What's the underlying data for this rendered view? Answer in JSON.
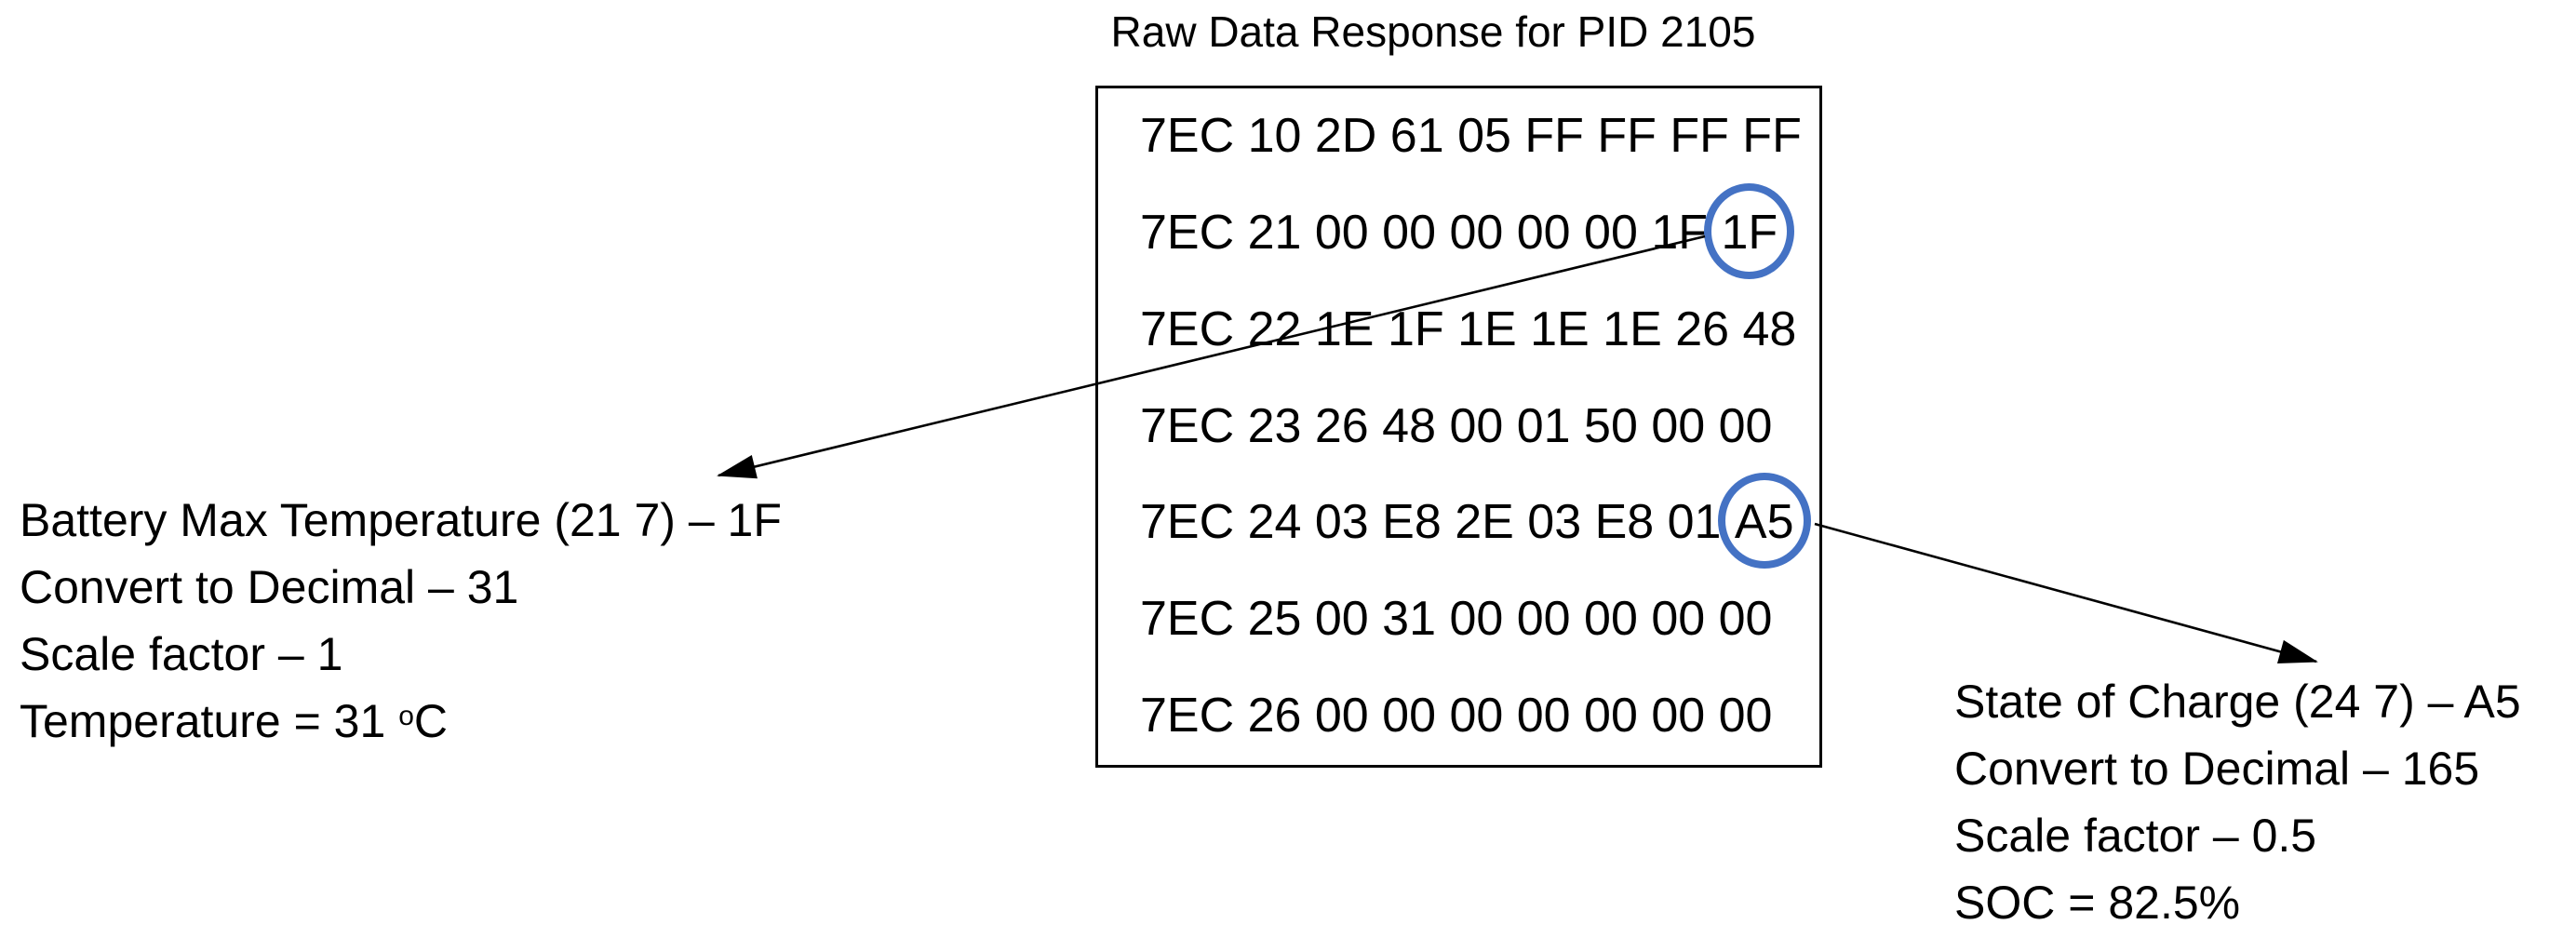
{
  "title": "Raw Data Response for PID 2105",
  "colors": {
    "circle": "#4472C4",
    "ink": "#000000"
  },
  "hex_box": {
    "rows": [
      {
        "text": "7EC 10 2D 61 05 FF FF FF FF"
      },
      {
        "pre": "7EC 21 00 00 00 00 00 1F ",
        "circled": "1F"
      },
      {
        "text": "7EC 22 1E 1F 1E 1E 1E 26 48"
      },
      {
        "text": "7EC 23 26 48 00 01 50 00 00"
      },
      {
        "pre": "7EC 24 03 E8 2E 03 E8 01 ",
        "circled": "A5"
      },
      {
        "text": "7EC 25 00 31 00 00 00 00 00"
      },
      {
        "text": "7EC 26 00 00 00 00 00 00 00"
      }
    ]
  },
  "left_note": {
    "line1": "Battery Max Temperature (21 7) – 1F",
    "line2": "Convert to Decimal – 31",
    "line3": "Scale factor – 1",
    "line4_main": "Temperature = 31 ",
    "line4_sup": "o",
    "line4_unit": "C"
  },
  "right_note": {
    "line1": "State of Charge (24 7) – A5",
    "line2": "Convert to Decimal – 165",
    "line3": "Scale factor – 0.5",
    "line4": "SOC = 82.5%"
  }
}
